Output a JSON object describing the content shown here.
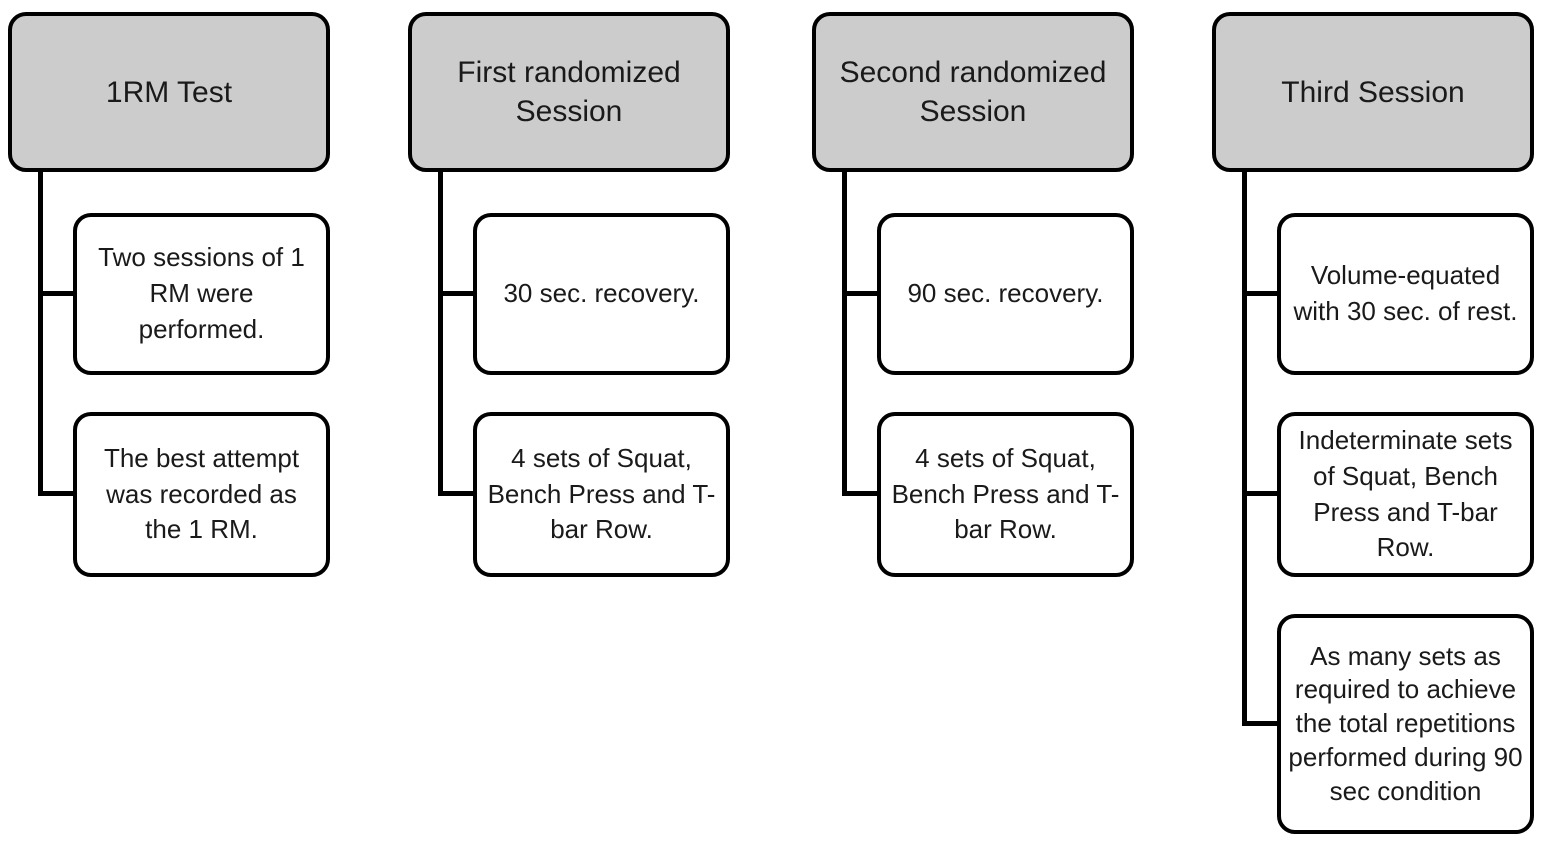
{
  "diagram": {
    "type": "flowchart",
    "style": {
      "header_fill": "#cccccc",
      "child_fill": "#ffffff",
      "border_color": "#000000",
      "connector_color": "#000000"
    },
    "columns": [
      {
        "header": "1RM Test",
        "children": [
          "Two sessions of 1 RM were performed.",
          "The best attempt was recorded as the 1 RM."
        ]
      },
      {
        "header": "First randomized Session",
        "children": [
          "30 sec. recovery.",
          "4 sets of Squat, Bench Press and T-bar Row."
        ]
      },
      {
        "header": "Second randomized Session",
        "children": [
          "90 sec. recovery.",
          "4 sets of Squat, Bench Press and T-bar Row."
        ]
      },
      {
        "header": "Third Session",
        "children": [
          "Volume-equated with 30 sec. of rest.",
          "Indeterminate sets of Squat, Bench Press and T-bar Row.",
          "As many sets as required to achieve the total repetitions performed during 90 sec condition"
        ]
      }
    ]
  }
}
